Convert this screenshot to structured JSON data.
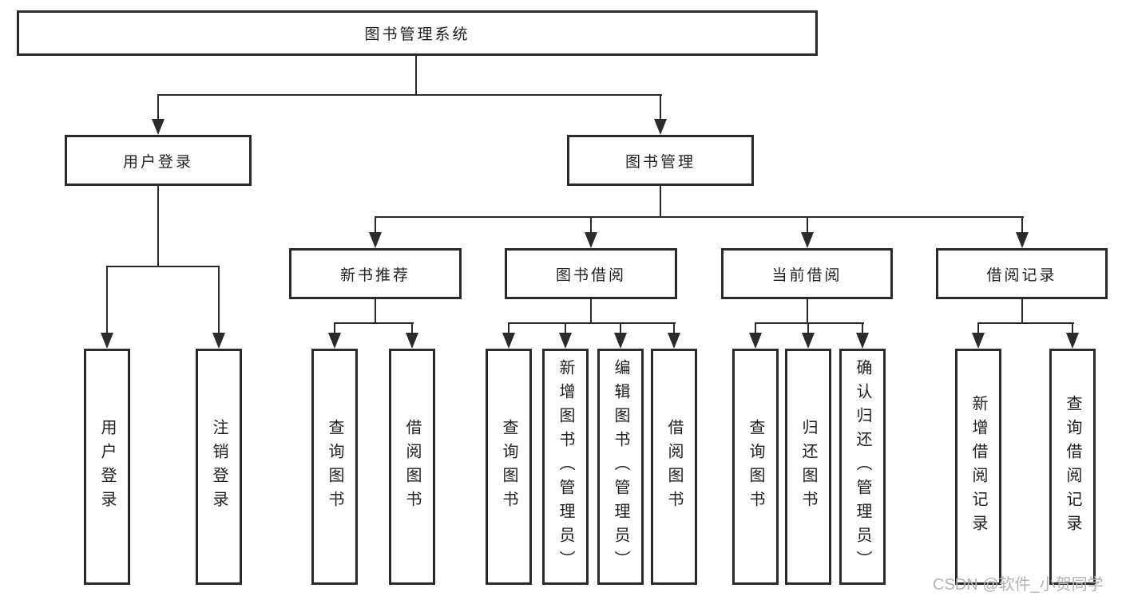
{
  "tree": {
    "label": "图书管理系统",
    "children": [
      {
        "label": "用户登录",
        "children": [
          {
            "label": "用户登录"
          },
          {
            "label": "注销登录"
          }
        ]
      },
      {
        "label": "图书管理",
        "children": [
          {
            "label": "新书推荐",
            "children": [
              {
                "label": "查询图书"
              },
              {
                "label": "借阅图书"
              }
            ]
          },
          {
            "label": "图书借阅",
            "children": [
              {
                "label": "查询图书"
              },
              {
                "label": "新增图书（管理员）"
              },
              {
                "label": "编辑图书（管理员）"
              },
              {
                "label": "借阅图书"
              }
            ]
          },
          {
            "label": "当前借阅",
            "children": [
              {
                "label": "查询图书"
              },
              {
                "label": "归还图书"
              },
              {
                "label": "确认归还（管理员）"
              }
            ]
          },
          {
            "label": "借阅记录",
            "children": [
              {
                "label": "新增借阅记录"
              },
              {
                "label": "查询借阅记录"
              }
            ]
          }
        ]
      }
    ]
  },
  "watermark": {
    "text": "CSDN @软件_小贺同学"
  },
  "colors": {
    "line": "#2b2b2b",
    "text": "#1f1f1f",
    "watermark": "#b3b3b3",
    "background": "#ffffff"
  }
}
